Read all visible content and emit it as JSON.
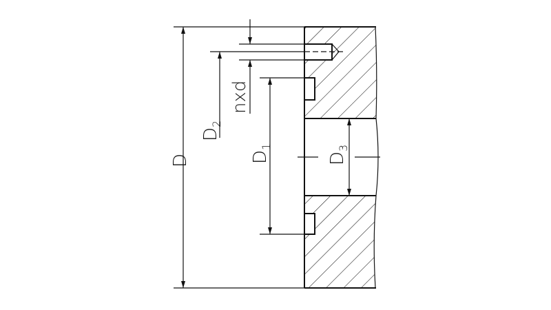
{
  "diagram": {
    "labels": {
      "D": "D",
      "D1": "D",
      "D1_sub": "1",
      "D2": "D",
      "D2_sub": "2",
      "D3": "D",
      "D3_sub": "3",
      "nxd": "nxd"
    },
    "line_color": "#111111"
  }
}
